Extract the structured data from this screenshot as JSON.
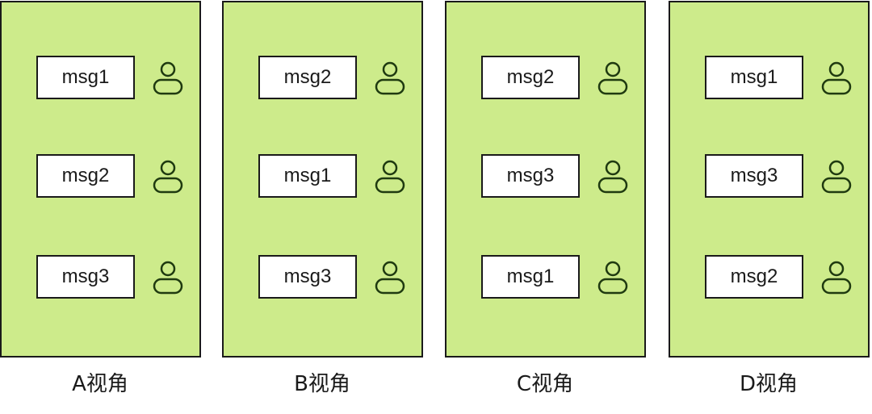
{
  "colors": {
    "panel_fill": "#cdeb8b",
    "panel_border": "#1a1a1a",
    "msg_fill": "#ffffff",
    "icon_stroke": "#1f3a10"
  },
  "icons": {
    "user": "user-outline-icon"
  },
  "views": [
    {
      "caption": "A视角",
      "messages": [
        "msg1",
        "msg2",
        "msg3"
      ]
    },
    {
      "caption": "B视角",
      "messages": [
        "msg2",
        "msg1",
        "msg3"
      ]
    },
    {
      "caption": "C视角",
      "messages": [
        "msg2",
        "msg3",
        "msg1"
      ]
    },
    {
      "caption": "D视角",
      "messages": [
        "msg1",
        "msg3",
        "msg2"
      ]
    }
  ]
}
